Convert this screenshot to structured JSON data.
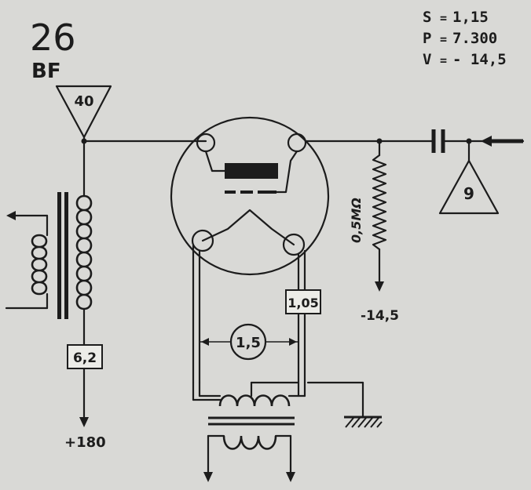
{
  "tube": {
    "number": "26",
    "function": "BF"
  },
  "specs": [
    {
      "key": "S",
      "sep": "=",
      "value": "1,15"
    },
    {
      "key": "P",
      "sep": "=",
      "value": "7.300"
    },
    {
      "key": "V",
      "sep": "=",
      "value": "- 14,5"
    }
  ],
  "grid_pin": {
    "label": "9"
  },
  "plate_pin": {
    "label": "40"
  },
  "resistor": {
    "label": "0,5MΩ"
  },
  "bias": {
    "label": "-14,5"
  },
  "filament_current": {
    "label": "1,05"
  },
  "filament_voltage": {
    "label": "1,5"
  },
  "plate_current": {
    "label": "6,2"
  },
  "supply": {
    "label": "+180"
  }
}
